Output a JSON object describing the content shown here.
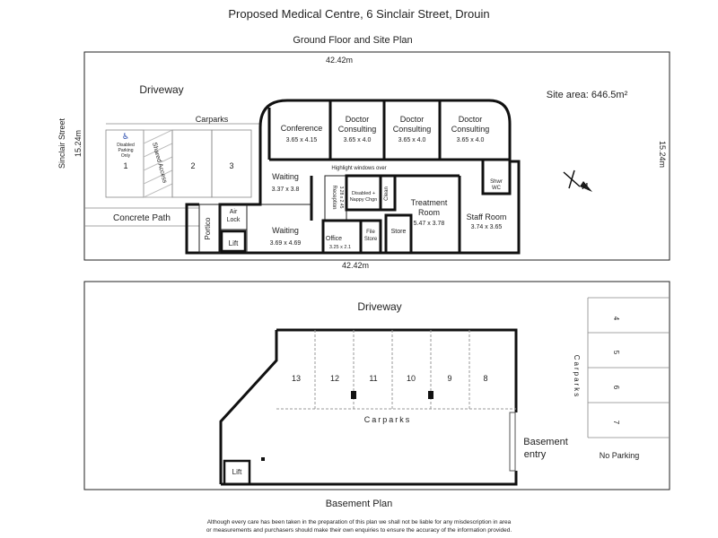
{
  "title": "Proposed Medical Centre, 6 Sinclair Street, Drouin",
  "ground": {
    "subtitle": "Ground Floor and Site Plan",
    "dim_top": "42.42m",
    "dim_bottom": "42.42m",
    "dim_left": "15.24m",
    "dim_right": "15.24m",
    "street": "Sinclair Street",
    "driveway": "Driveway",
    "site_area": "Site area: 646.5m²",
    "carparks": "Carparks",
    "concrete_path": "Concrete Path",
    "bay1": "1",
    "bay2": "2",
    "bay3": "3",
    "disabled_parking_l1": "Disabled",
    "disabled_parking_l2": "Parking",
    "disabled_parking_l3": "Only",
    "shared_access": "Shared Access",
    "portico": "Portico",
    "air_lock_l1": "Air",
    "air_lock_l2": "Lock",
    "lift": "Lift",
    "waiting1_name": "Waiting",
    "waiting1_dim": "3.37 x 3.8",
    "waiting2_name": "Waiting",
    "waiting2_dim": "3.69 x 4.69",
    "conference_name": "Conference",
    "conference_dim": "3.65 x 4.15",
    "doctor_l1": "Doctor",
    "doctor_l2": "Consulting",
    "doctor_dim": "3.65 x 4.0",
    "highlight": "Highlight windows over",
    "reception": "Reception",
    "reception_dim": "3.28 x 2.45",
    "disabled_wc_l1": "Disabled +",
    "disabled_wc_l2": "Nappy Chgn",
    "clean": "Clean",
    "office_name": "Office",
    "office_dim": "3.25 x 2.1",
    "file_l1": "File",
    "file_l2": "Store",
    "store": "Store",
    "treatment_l1": "Treatment",
    "treatment_l2": "Room",
    "treatment_dim": "5.47 x 3.78",
    "shwr_l1": "Shwr",
    "shwr_l2": "WC",
    "staff_name": "Staff Room",
    "staff_dim": "3.74 x 3.65",
    "north": "N"
  },
  "basement": {
    "title": "Basement Plan",
    "driveway": "Driveway",
    "carparks": "Carparks",
    "carparks_side": "Carparks",
    "bays": [
      "13",
      "12",
      "11",
      "10",
      "9",
      "8"
    ],
    "side_bays": [
      "4",
      "5",
      "6",
      "7"
    ],
    "no_parking": "No Parking",
    "entry_l1": "Basement",
    "entry_l2": "entry",
    "lift": "Lift"
  },
  "disclaimer_l1": "Although every care has been taken in the preparation of this plan we shall not be liable for any misdescription in area",
  "disclaimer_l2": "or measurements and purchasers should make their own enquiries to ensure the accuracy of the information provided."
}
